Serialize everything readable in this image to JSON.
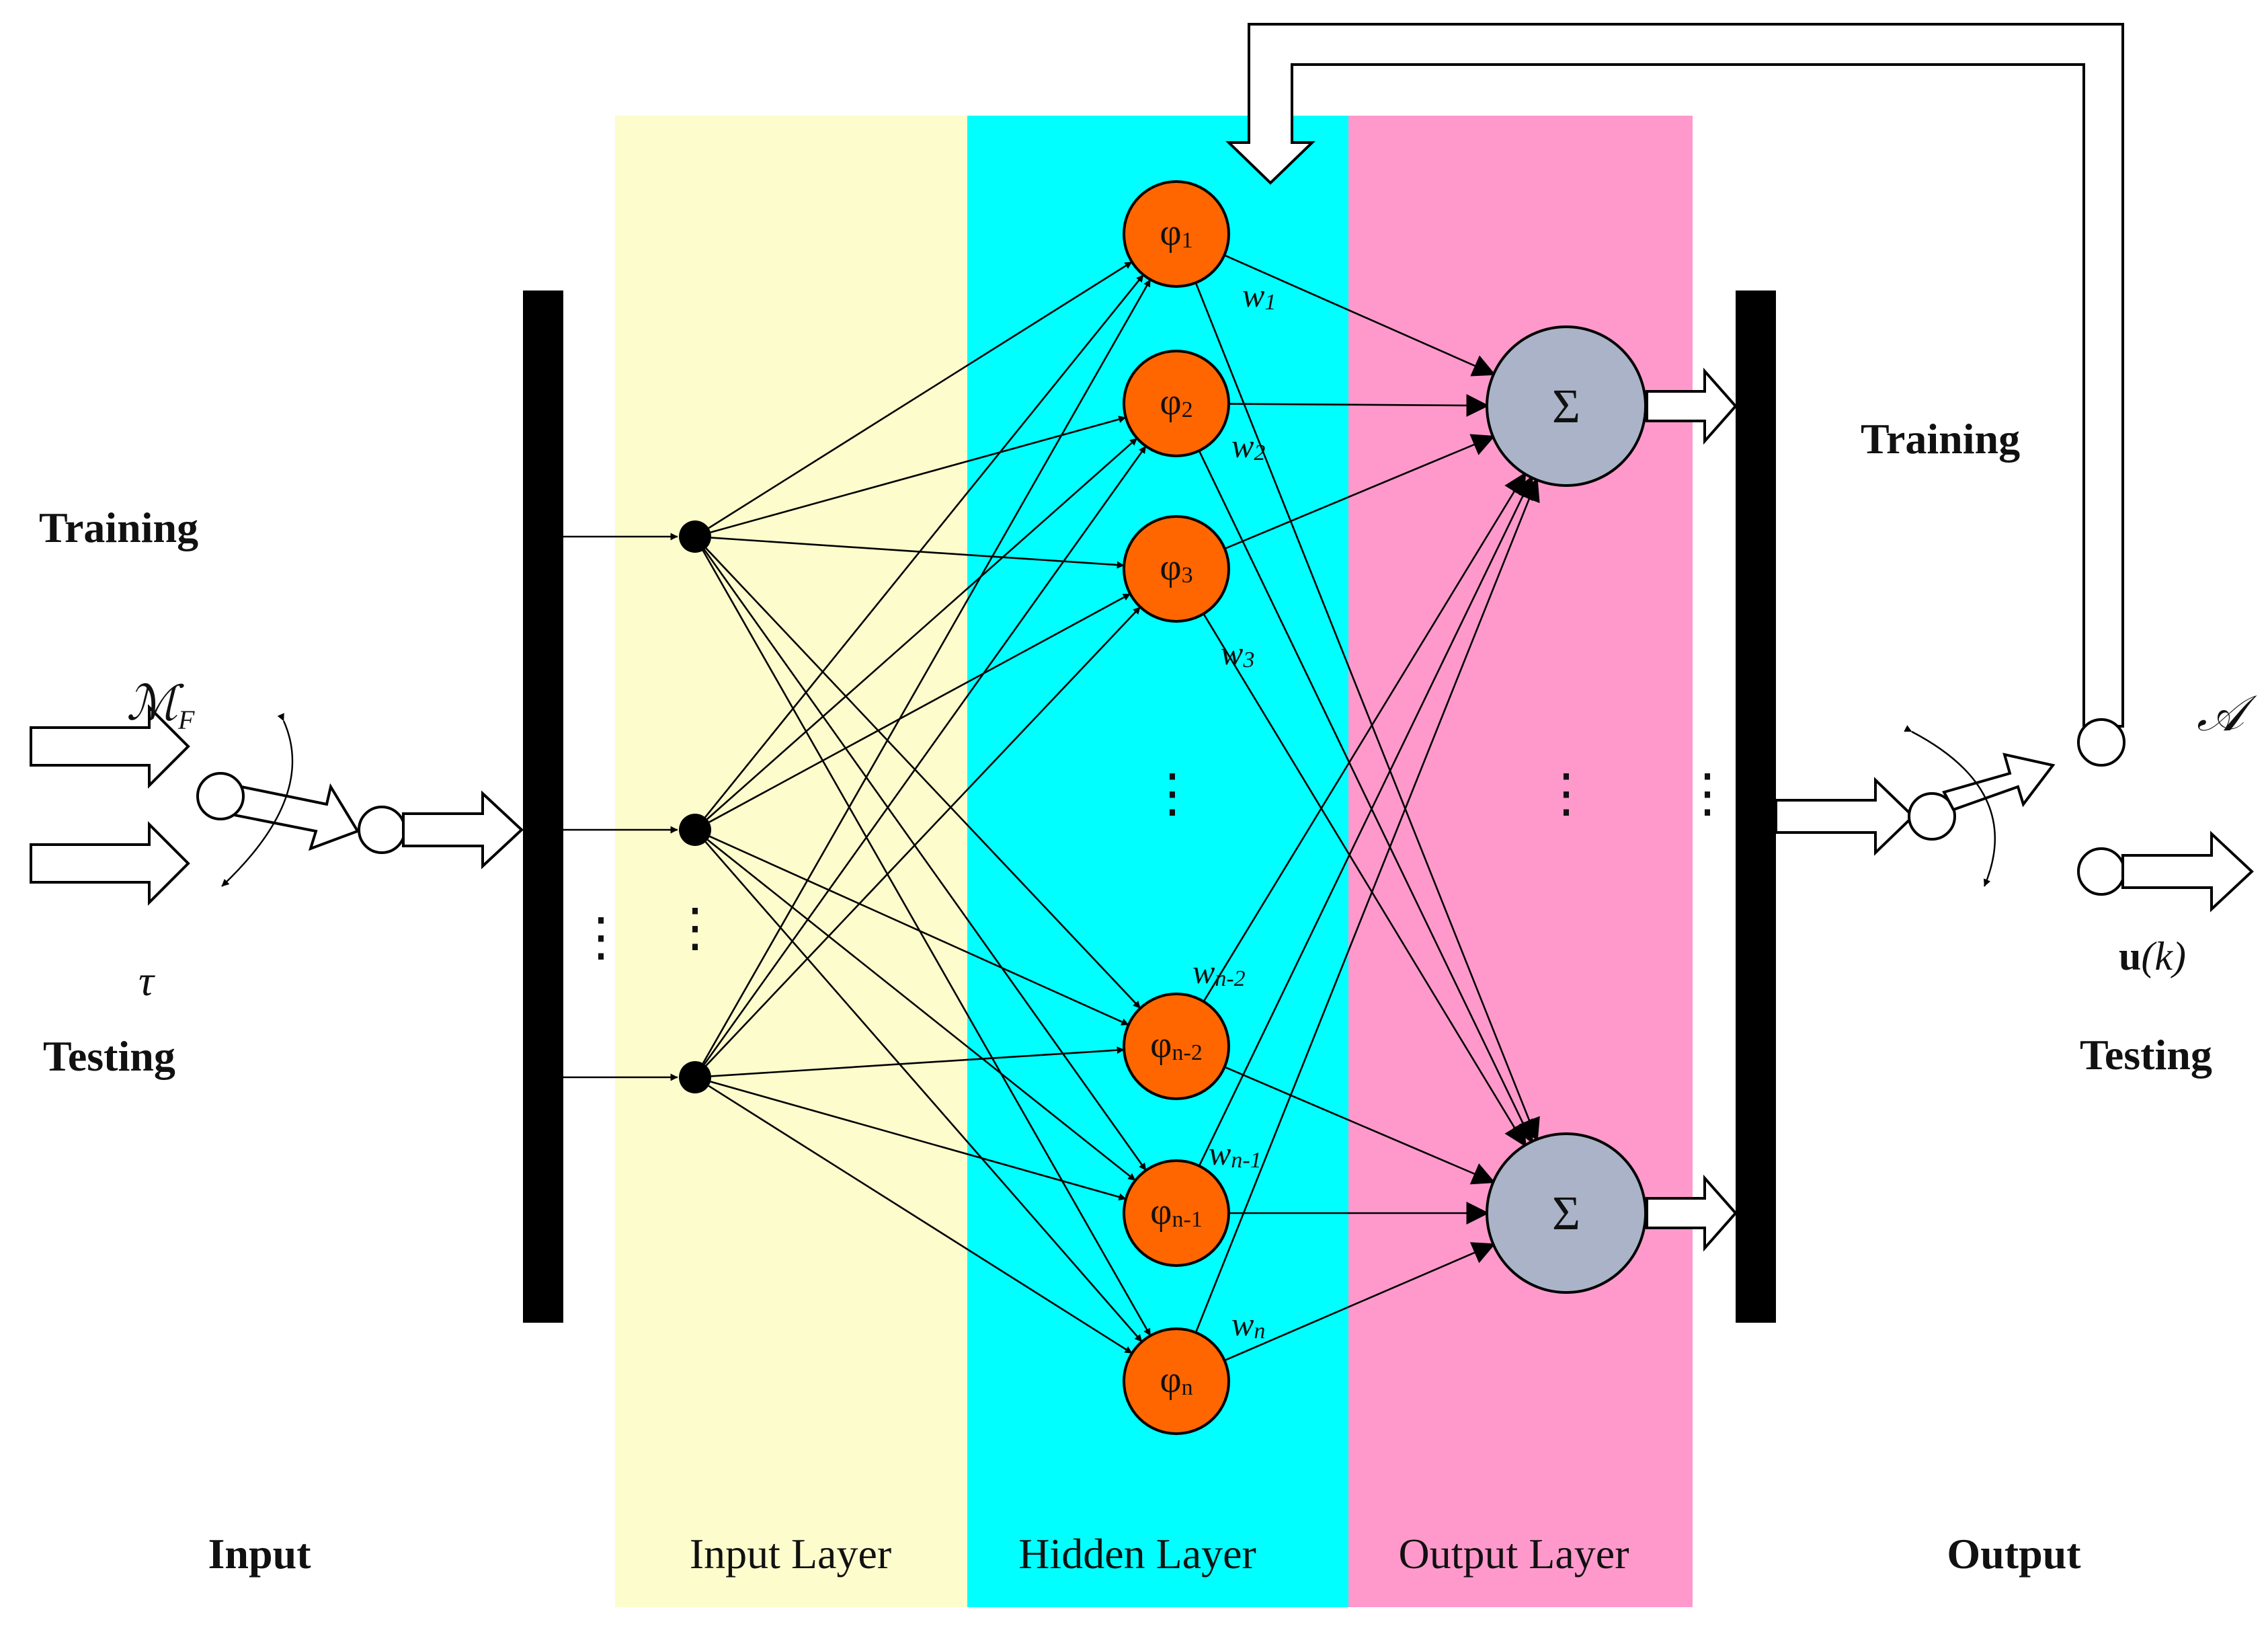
{
  "colors": {
    "input_layer_band": "#fdfccc",
    "hidden_layer_band": "#00ffff",
    "output_layer_band": "#ff99cc",
    "hidden_neuron": "#ff6600",
    "sum_neuron": "#aab3c7",
    "bus_bar": "#000000"
  },
  "sections": {
    "input": "Input",
    "input_layer": "Input Layer",
    "hidden_layer": "Hidden Layer",
    "output_layer": "Output Layer",
    "output": "Output"
  },
  "input_side": {
    "training": "Training",
    "testing": "Testing",
    "symbol_top": "ℳ",
    "symbol_top_sub": "F",
    "symbol_bottom": "τ"
  },
  "output_side": {
    "training": "Training",
    "testing": "Testing",
    "symbol_a": "𝒜",
    "u_bold": "u",
    "u_rest": "(k)"
  },
  "hidden_neurons": [
    {
      "base": "φ",
      "sub": "1"
    },
    {
      "base": "φ",
      "sub": "2"
    },
    {
      "base": "φ",
      "sub": "3"
    },
    {
      "base": "φ",
      "sub": "n-2"
    },
    {
      "base": "φ",
      "sub": "n-1"
    },
    {
      "base": "φ",
      "sub": "n"
    }
  ],
  "weights": [
    {
      "base": "w",
      "sub": "1"
    },
    {
      "base": "w",
      "sub": "2"
    },
    {
      "base": "w",
      "sub": "3"
    },
    {
      "base": "w",
      "sub": "n-2"
    },
    {
      "base": "w",
      "sub": "n-1"
    },
    {
      "base": "w",
      "sub": "n"
    }
  ],
  "sum_symbol": "Σ",
  "ellipsis": "⋮"
}
